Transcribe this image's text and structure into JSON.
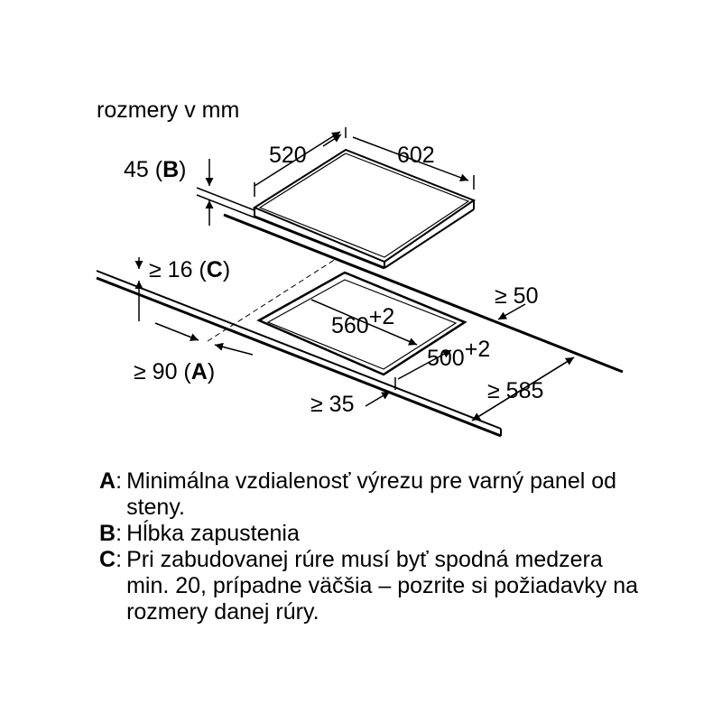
{
  "diagram": {
    "units_caption": "rozmery v mm",
    "hob": {
      "depth": "520",
      "width": "602"
    },
    "recess": {
      "value": "45",
      "key": "B"
    },
    "gap_below": {
      "prefix": "≥ 16",
      "key": "C"
    },
    "cutout": {
      "width": "560",
      "width_tol": "+2",
      "depth": "500",
      "depth_tol": "+2"
    },
    "clearances": {
      "back": "≥ 50",
      "front": "≥ 35",
      "worktop_depth": "≥ 585",
      "wall": {
        "prefix": "≥ 90",
        "key": "A"
      }
    }
  },
  "legend": [
    {
      "key": "A",
      "text": "Minimálna vzdialenosť výrezu pre varný panel od steny."
    },
    {
      "key": "B",
      "text": "Hĺbka zapustenia"
    },
    {
      "key": "C",
      "text": "Pri zabudovanej rúre musí byť spodná medzera min. 20, prípadne väčšia – pozrite si požiadavky na rozmery danej rúry."
    }
  ]
}
